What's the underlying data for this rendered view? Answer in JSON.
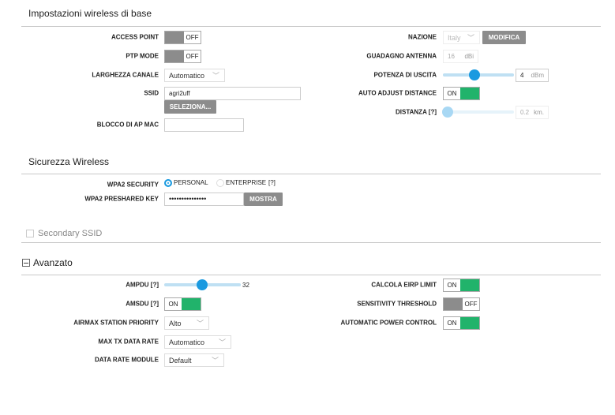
{
  "basic": {
    "title": "Impostazioni wireless di base",
    "access_point": {
      "label": "ACCESS POINT",
      "state": "OFF"
    },
    "ptp_mode": {
      "label": "PTP MODE",
      "state": "OFF"
    },
    "channel_width": {
      "label": "LARGHEZZA CANALE",
      "value": "Automatico"
    },
    "ssid": {
      "label": "SSID",
      "value": "agri2uff",
      "select_button": "SELEZIONA..."
    },
    "ap_mac_lock": {
      "label": "BLOCCO DI AP MAC",
      "value": ""
    },
    "country": {
      "label": "NAZIONE",
      "value": "Italy",
      "change_button": "MODIFICA"
    },
    "antenna_gain": {
      "label": "GUADAGNO ANTENNA",
      "value": "16",
      "unit": "dBi"
    },
    "output_power": {
      "label": "POTENZA DI USCITA",
      "value": "4",
      "unit": "dBm",
      "slider_fraction": 0.45
    },
    "auto_adjust_distance": {
      "label": "AUTO ADJUST DISTANCE",
      "state": "ON"
    },
    "distance": {
      "label": "DISTANZA [?]",
      "value": "0.2",
      "unit": "km.",
      "slider_fraction": 0.0
    }
  },
  "security": {
    "title": "Sicurezza Wireless",
    "wpa2_security": {
      "label": "WPA2 SECURITY",
      "options": [
        "PERSONAL",
        "ENTERPRISE"
      ],
      "selected": "PERSONAL",
      "help": "[?]"
    },
    "psk": {
      "label": "WPA2 PRESHARED KEY",
      "value": "•••••••••••••••",
      "show_button": "MOSTRA"
    }
  },
  "secondary_ssid": {
    "label": "Secondary SSID",
    "checked": false
  },
  "advanced": {
    "title": "Avanzato",
    "ampdu": {
      "label": "AMPDU [?]",
      "value": "32",
      "slider_fraction": 0.5
    },
    "amsdu": {
      "label": "AMSDU [?]",
      "state": "ON"
    },
    "airmax_priority": {
      "label": "AIRMAX STATION PRIORITY",
      "value": "Alto"
    },
    "max_tx_rate": {
      "label": "MAX TX DATA RATE",
      "value": "Automatico"
    },
    "data_rate_module": {
      "label": "DATA RATE MODULE",
      "value": "Default"
    },
    "eirp_limit": {
      "label": "CALCOLA EIRP LIMIT",
      "state": "ON"
    },
    "sensitivity": {
      "label": "SENSITIVITY THRESHOLD",
      "state": "OFF"
    },
    "apc": {
      "label": "AUTOMATIC POWER CONTROL",
      "state": "ON"
    }
  },
  "colors": {
    "accent": "#1a9ae0",
    "on": "#21b36b",
    "off": "#8c8c8c"
  }
}
